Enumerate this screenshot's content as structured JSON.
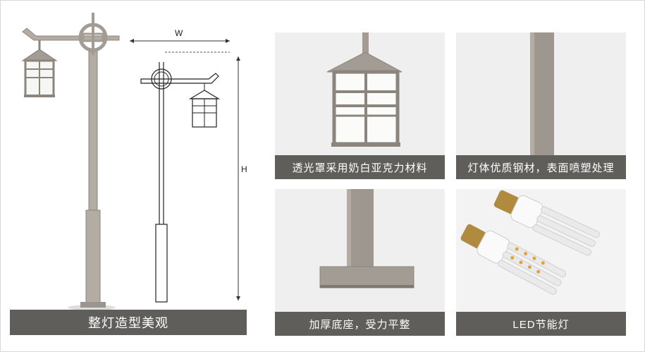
{
  "main": {
    "caption": "整灯造型美观",
    "width_label": "W",
    "height_label": "H"
  },
  "tiles": [
    {
      "caption": "透光罩采用奶白亚克力材料"
    },
    {
      "caption": "灯体优质钢材，表面喷塑处理"
    },
    {
      "caption": "加厚底座，受力平整"
    },
    {
      "caption": "LED节能灯"
    }
  ],
  "colors": {
    "pole": "#b3aca3",
    "caption_bg": "#5f5e5b",
    "tile_bg": "#efefef"
  }
}
